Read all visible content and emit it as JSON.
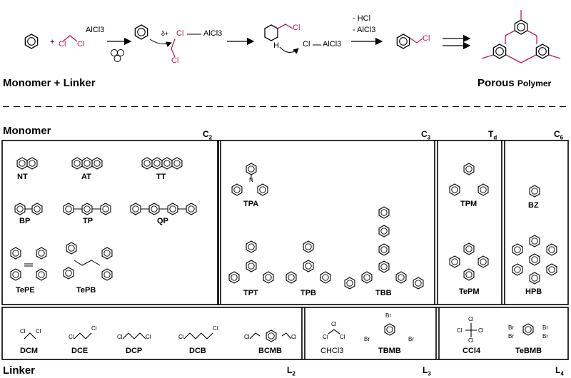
{
  "colors": {
    "red": "#c2185b",
    "black": "#000000"
  },
  "reaction": {
    "catalyst": "AlCl3",
    "byproducts": [
      "- HCl",
      "- AlCl3"
    ],
    "delta": "δ+",
    "dcm_cl": "Cl",
    "complex_cl": "Cl",
    "alcl3": "AlCl3",
    "h": "H",
    "monomer_linker": "Monomer + Linker",
    "porous_1": "Porous",
    "porous_2": "Polymer"
  },
  "headers": {
    "monomer": "Monomer",
    "linker": "Linker"
  },
  "symmetry": {
    "c2": "C",
    "c2_sub": "2",
    "c3": "C",
    "c3_sub": "3",
    "td": "T",
    "td_sub": "d",
    "c6": "C",
    "c6_sub": "6",
    "l2": "L",
    "l2_sub": "2",
    "l3": "L",
    "l3_sub": "3",
    "l4": "L",
    "l4_sub": "4"
  },
  "monomers": {
    "nt": "NT",
    "at": "AT",
    "tt": "TT",
    "bp": "BP",
    "tp": "TP",
    "qp": "QP",
    "tepe": "TePE",
    "tepb": "TePB",
    "tpa": "TPA",
    "tpt": "TPT",
    "tpb": "TPB",
    "tbb": "TBB",
    "tpm": "TPM",
    "tepm": "TePM",
    "bz": "BZ",
    "hpb": "HPB"
  },
  "linkers": {
    "dcm": "DCM",
    "dce": "DCE",
    "dcp": "DCP",
    "dcb": "DCB",
    "bcmb": "BCMB",
    "chcl3": "CHCl3",
    "tbmb": "TBMB",
    "ccl4": "CCl4",
    "tebmb": "TeBMB"
  },
  "atoms": {
    "cl": "Cl",
    "br": "Br",
    "n": "N"
  }
}
